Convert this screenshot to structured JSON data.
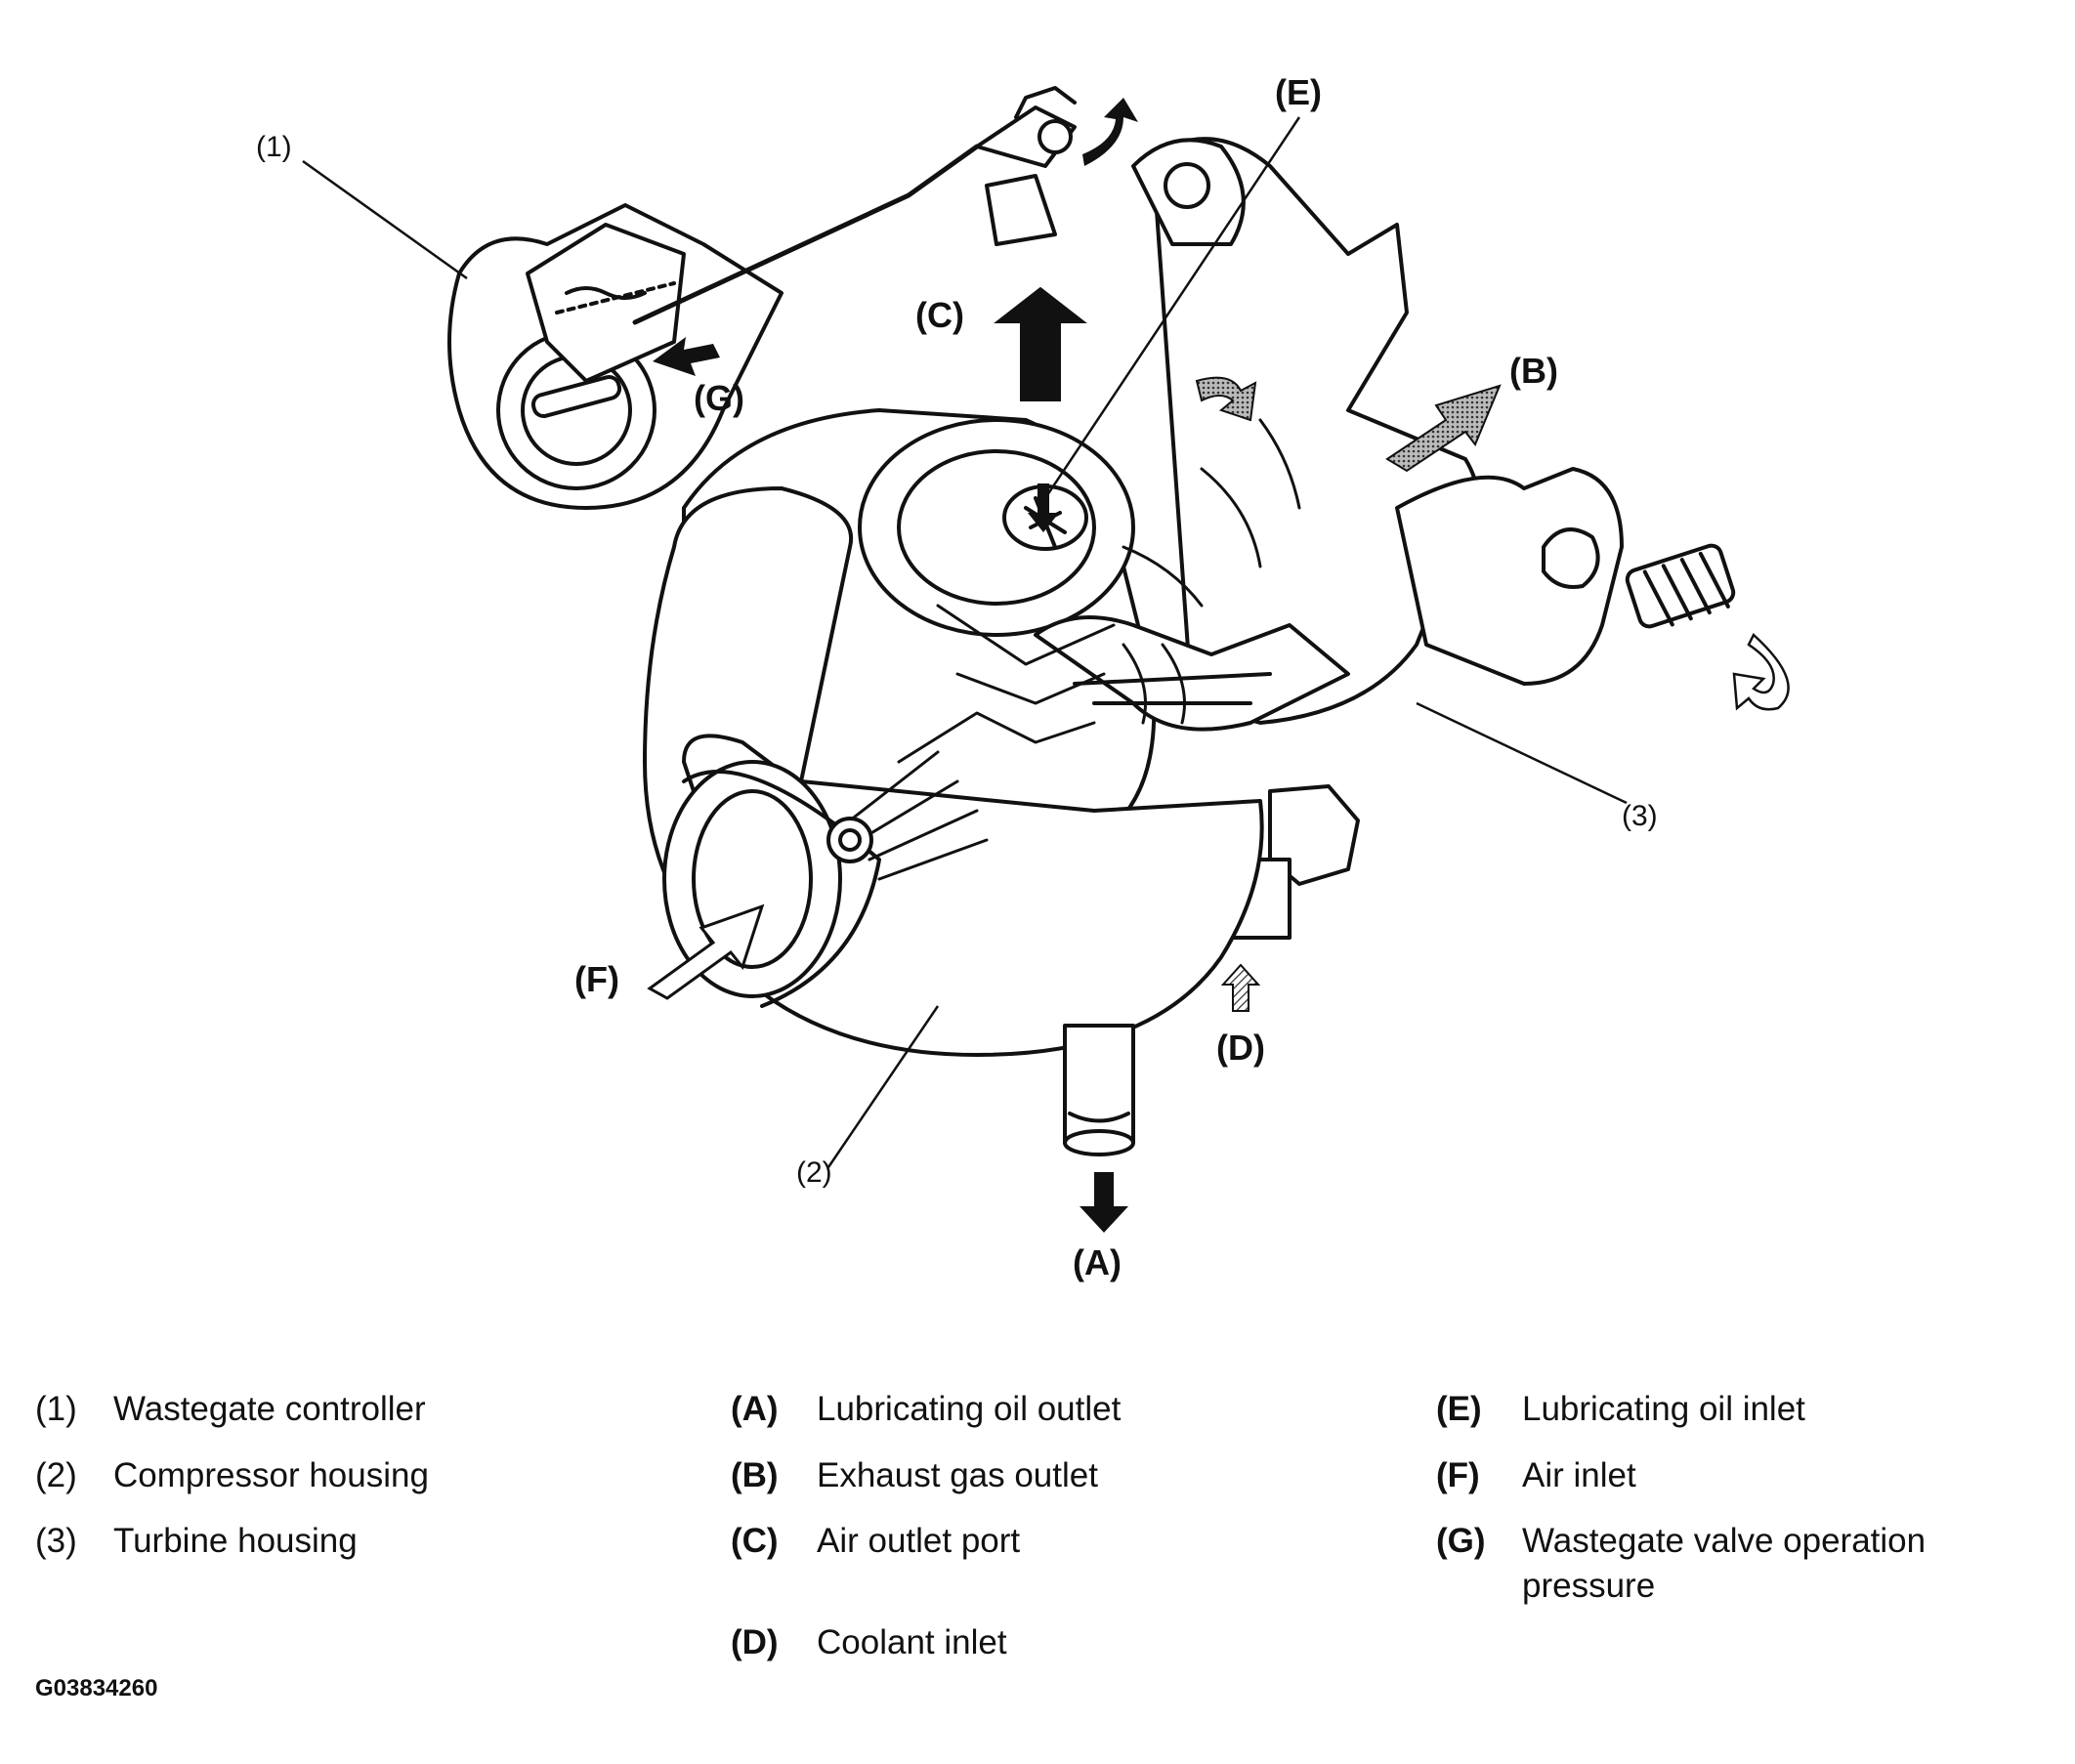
{
  "callouts": {
    "n1": "(1)",
    "n2": "(2)",
    "n3": "(3)",
    "A": "(A)",
    "B": "(B)",
    "C": "(C)",
    "D": "(D)",
    "E": "(E)",
    "F": "(F)",
    "G": "(G)"
  },
  "legend": {
    "col1": [
      {
        "key": "(1)",
        "text": "Wastegate controller"
      },
      {
        "key": "(2)",
        "text": "Compressor housing"
      },
      {
        "key": "(3)",
        "text": "Turbine housing"
      }
    ],
    "col2": [
      {
        "key": "(A)",
        "text": "Lubricating oil outlet"
      },
      {
        "key": "(B)",
        "text": "Exhaust gas outlet"
      },
      {
        "key": "(C)",
        "text": "Air outlet port"
      },
      {
        "key": "(D)",
        "text": "Coolant inlet"
      }
    ],
    "col3": [
      {
        "key": "(E)",
        "text": "Lubricating oil inlet"
      },
      {
        "key": "(F)",
        "text": "Air inlet"
      },
      {
        "key": "(G)",
        "text": "Wastegate valve operation pressure"
      }
    ]
  },
  "figure_id": "G03834260"
}
